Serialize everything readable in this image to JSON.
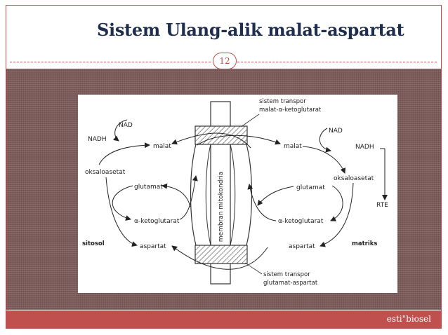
{
  "slide": {
    "title": "Sistem Ulang-alik malat-aspartat",
    "page_number": "12",
    "footer": "esti\"biosel",
    "accent_color": "#c0504d",
    "band_color": "#7d5b5a"
  },
  "diagram": {
    "transport_top": "sistem transpor\nmalat-α-ketoglutarat",
    "transport_bottom": "sistem transpor\nglutamat-aspartat",
    "membrane": "membran mitokondria",
    "left": {
      "nad": "NAD",
      "nadh": "NADH",
      "malat": "malat",
      "oksaloasetat": "oksaloasetat",
      "glutamat": "glutamat",
      "ketoglutarat": "α-ketoglutarat",
      "aspartat": "aspartat",
      "compartment": "sitosol"
    },
    "right": {
      "nad": "NAD",
      "nadh": "NADH",
      "malat": "malat",
      "oksaloasetat": "oksaloasetat",
      "glutamat": "glutamat",
      "ketoglutarat": "α-ketoglutarat",
      "aspartat": "aspartat",
      "rte": "RTE",
      "compartment": "matriks"
    }
  }
}
